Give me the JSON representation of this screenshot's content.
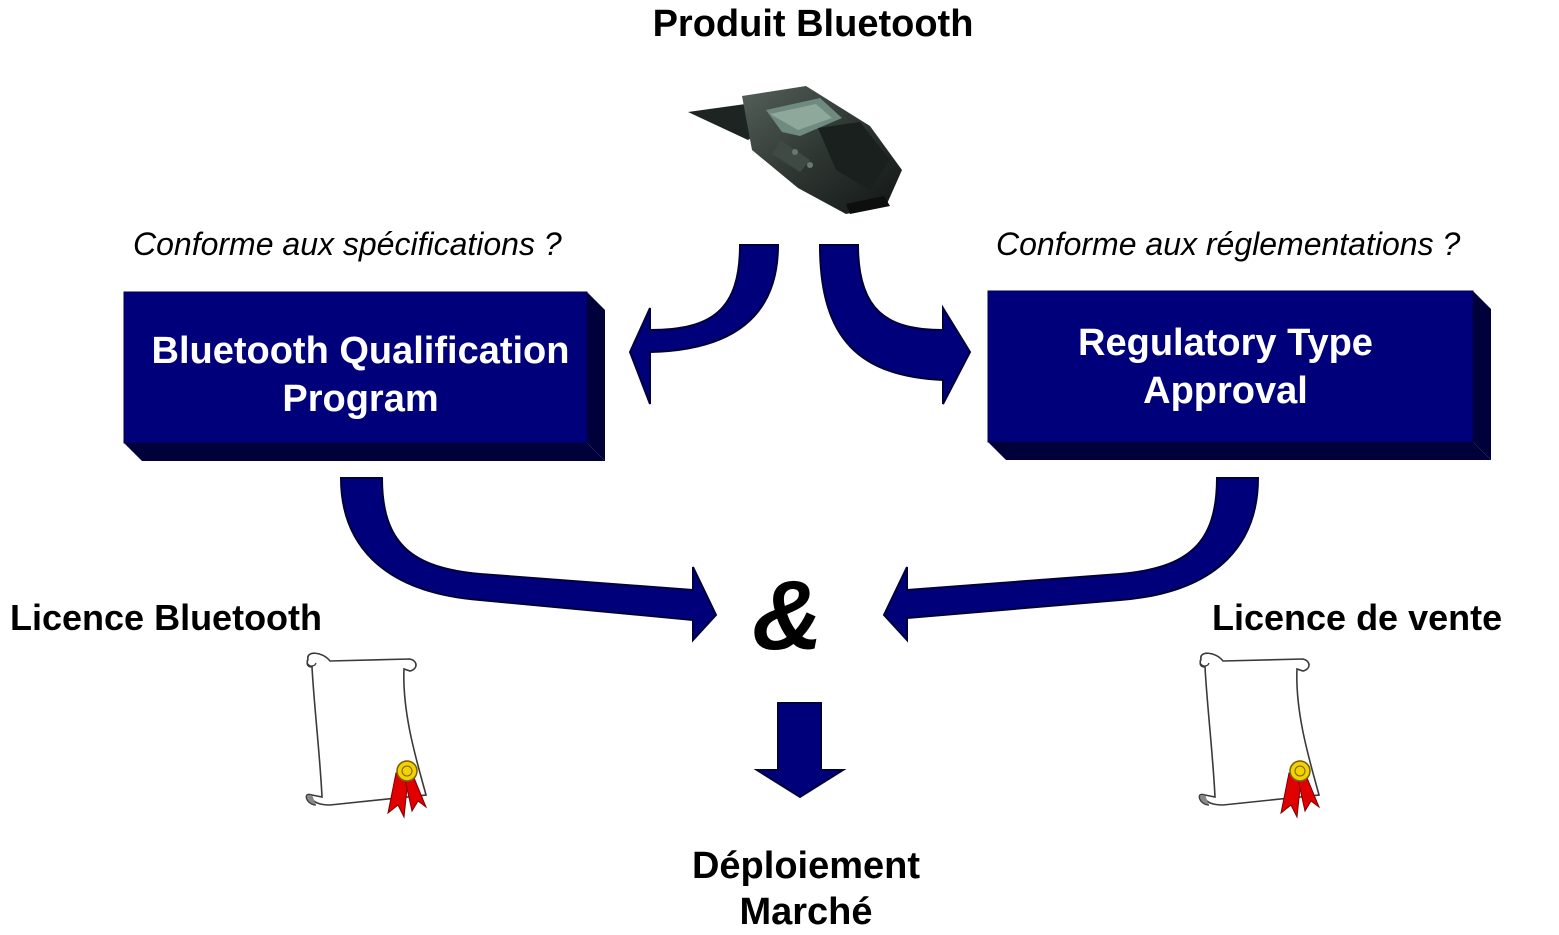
{
  "title": "Produit Bluetooth",
  "question_left": "Conforme aux spécifications ?",
  "question_right": "Conforme aux réglementations ?",
  "box_left": {
    "line1": "Bluetooth Qualification",
    "line2": "Program"
  },
  "box_right": {
    "line1": "Regulatory Type",
    "line2": "Approval"
  },
  "license_left": "Licence Bluetooth",
  "license_right": "Licence de vente",
  "connector": "&",
  "result": {
    "line1": "Déploiement",
    "line2": "Marché"
  },
  "colors": {
    "navy": "#00007A",
    "navy_dark": "#00003A",
    "ribbon": "#E00000",
    "seal": "#F2D200"
  },
  "icons": [
    "mobile-phone-image",
    "certificate-scroll-icon"
  ]
}
